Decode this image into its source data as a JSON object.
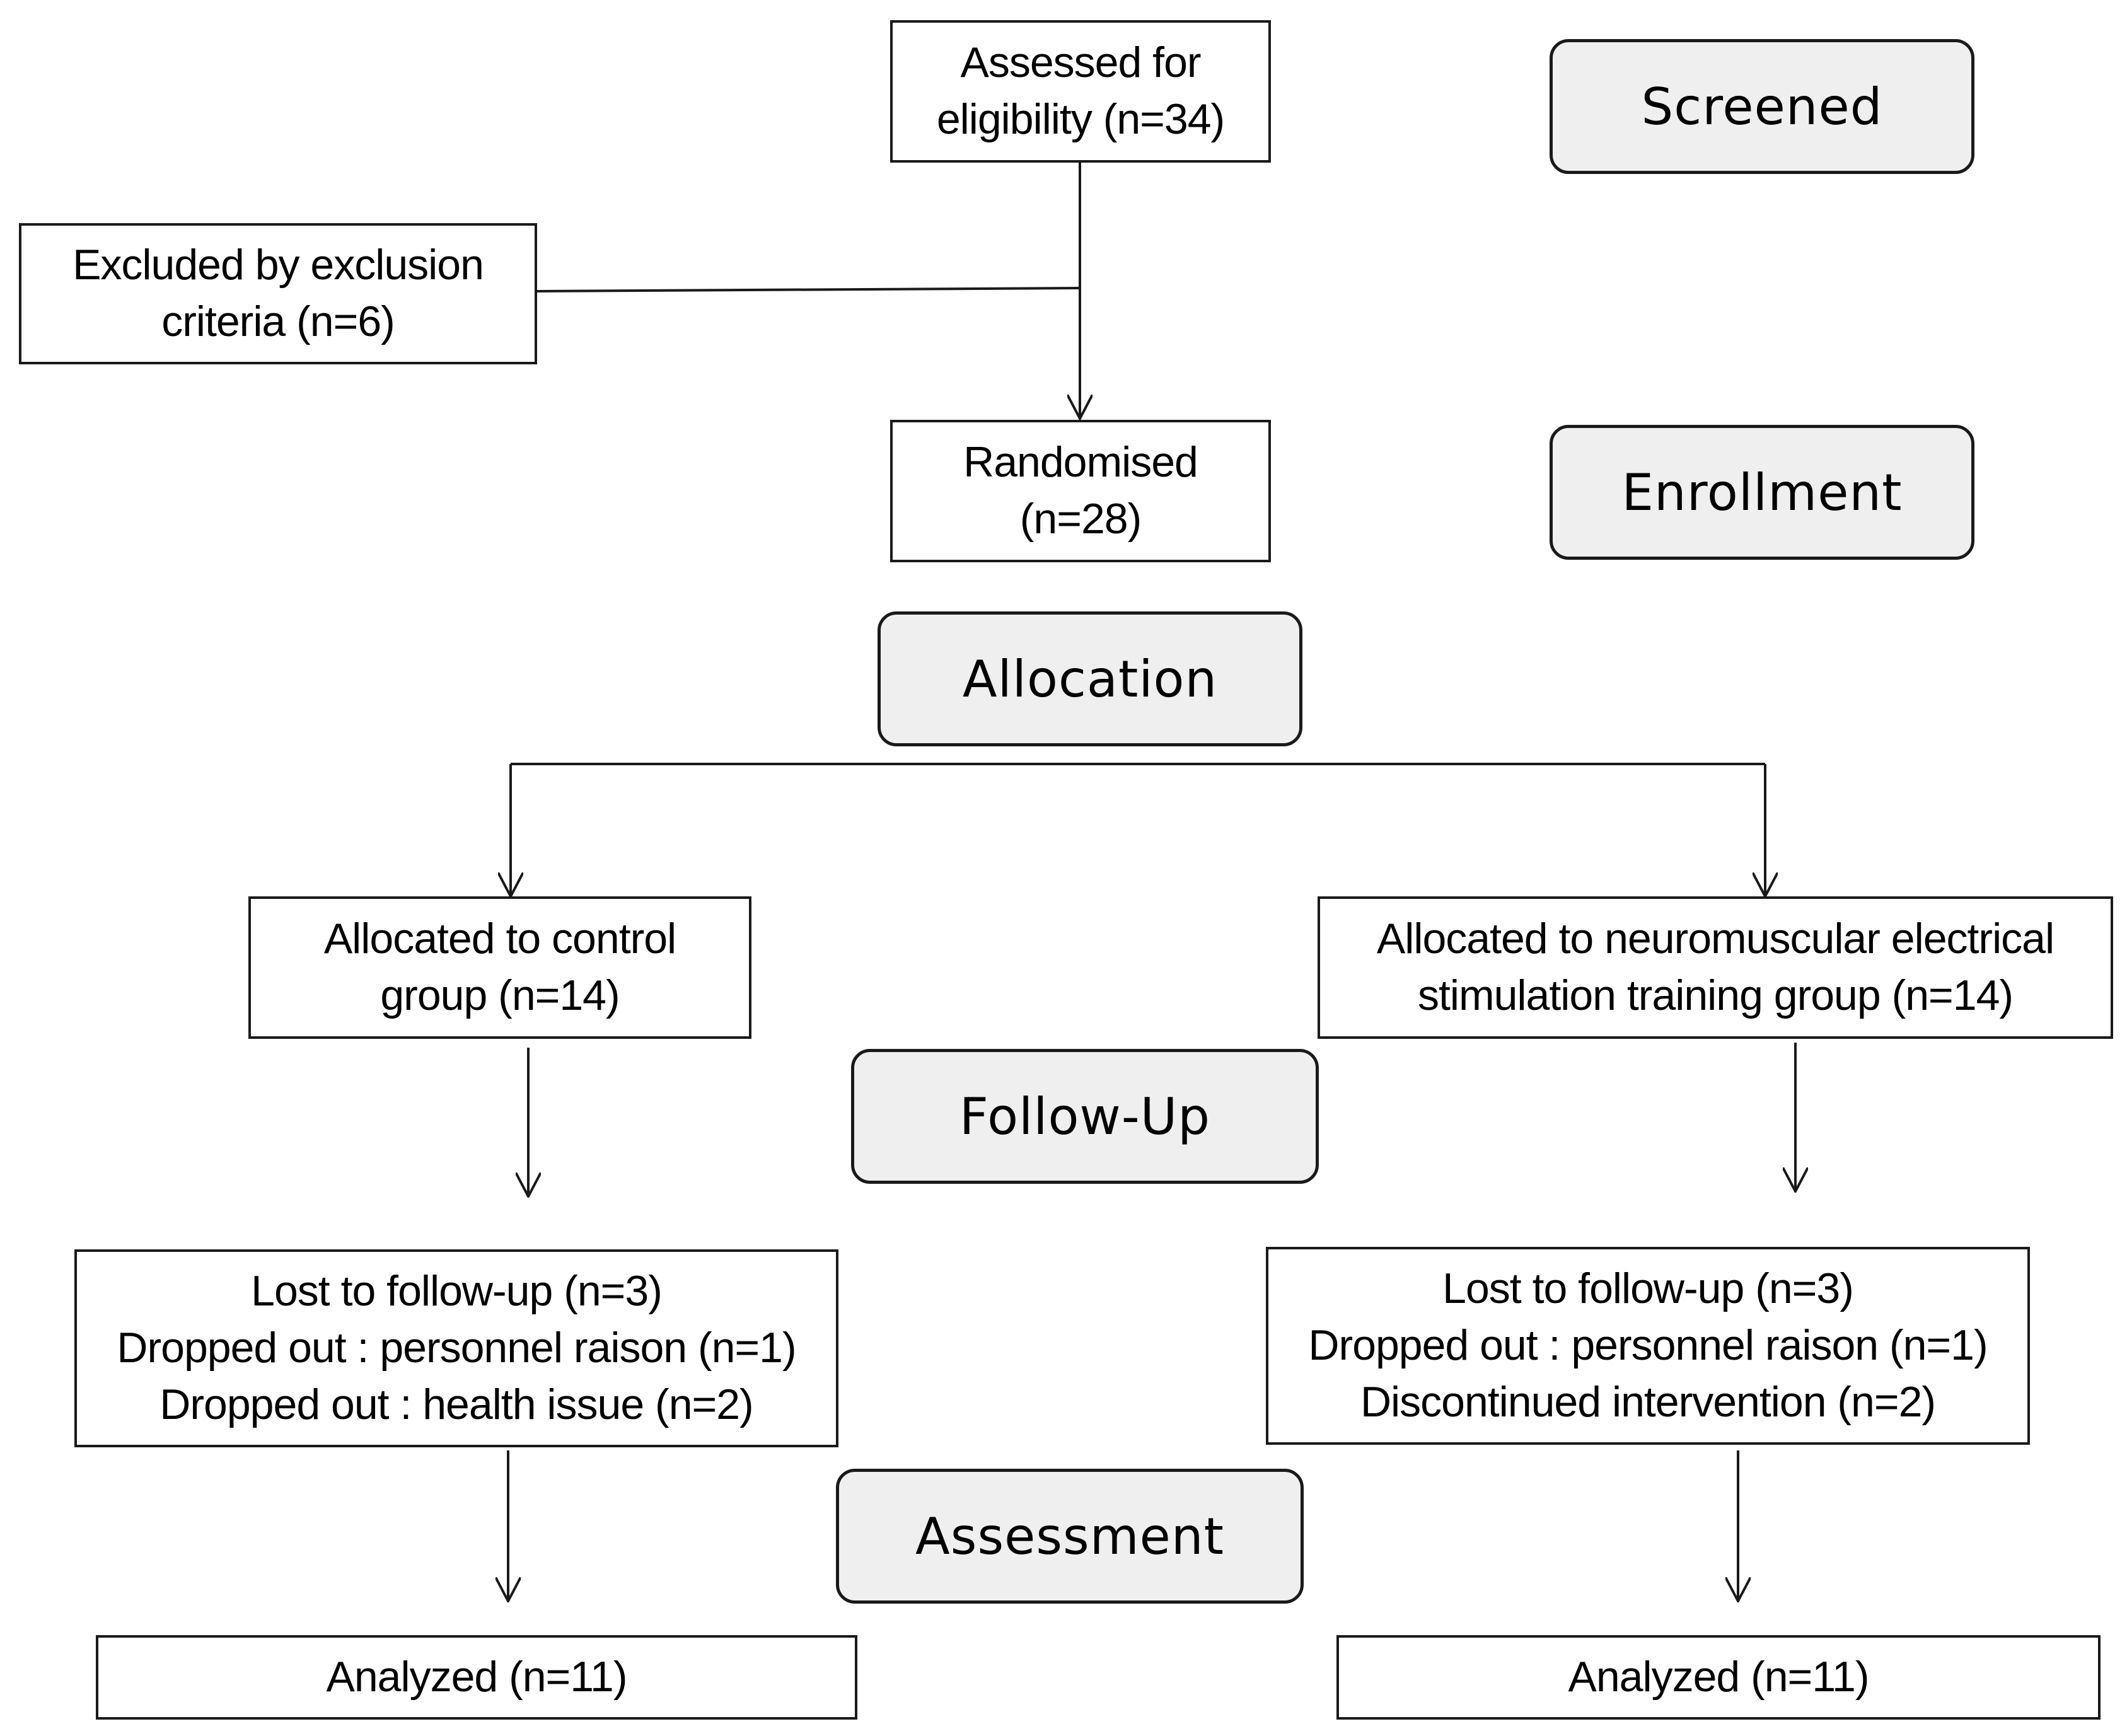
{
  "stages": {
    "screened": "Screened",
    "enrollment": "Enrollment",
    "allocation": "Allocation",
    "followup": "Follow-Up",
    "assessment": "Assessment"
  },
  "boxes": {
    "assessed": [
      "Assessed for",
      "eligibility (n=34)"
    ],
    "excluded": [
      "Excluded by exclusion",
      "criteria (n=6)"
    ],
    "randomised": [
      "Randomised",
      "(n=28)"
    ],
    "control_allocated": [
      "Allocated  to control",
      "group (n=14)"
    ],
    "nmes_allocated": [
      "Allocated to neuromuscular electrical",
      "stimulation training group (n=14)"
    ],
    "control_lost": [
      "Lost to follow-up (n=3)",
      "Dropped out : personnel raison (n=1)",
      "Dropped out  : health issue (n=2)"
    ],
    "nmes_lost": [
      "Lost  to follow-up (n=3)",
      "Dropped out  : personnel raison (n=1)",
      "Discontinued intervention (n=2)"
    ],
    "control_analyzed": "Analyzed (n=11)",
    "nmes_analyzed": "Analyzed (n=11)"
  }
}
